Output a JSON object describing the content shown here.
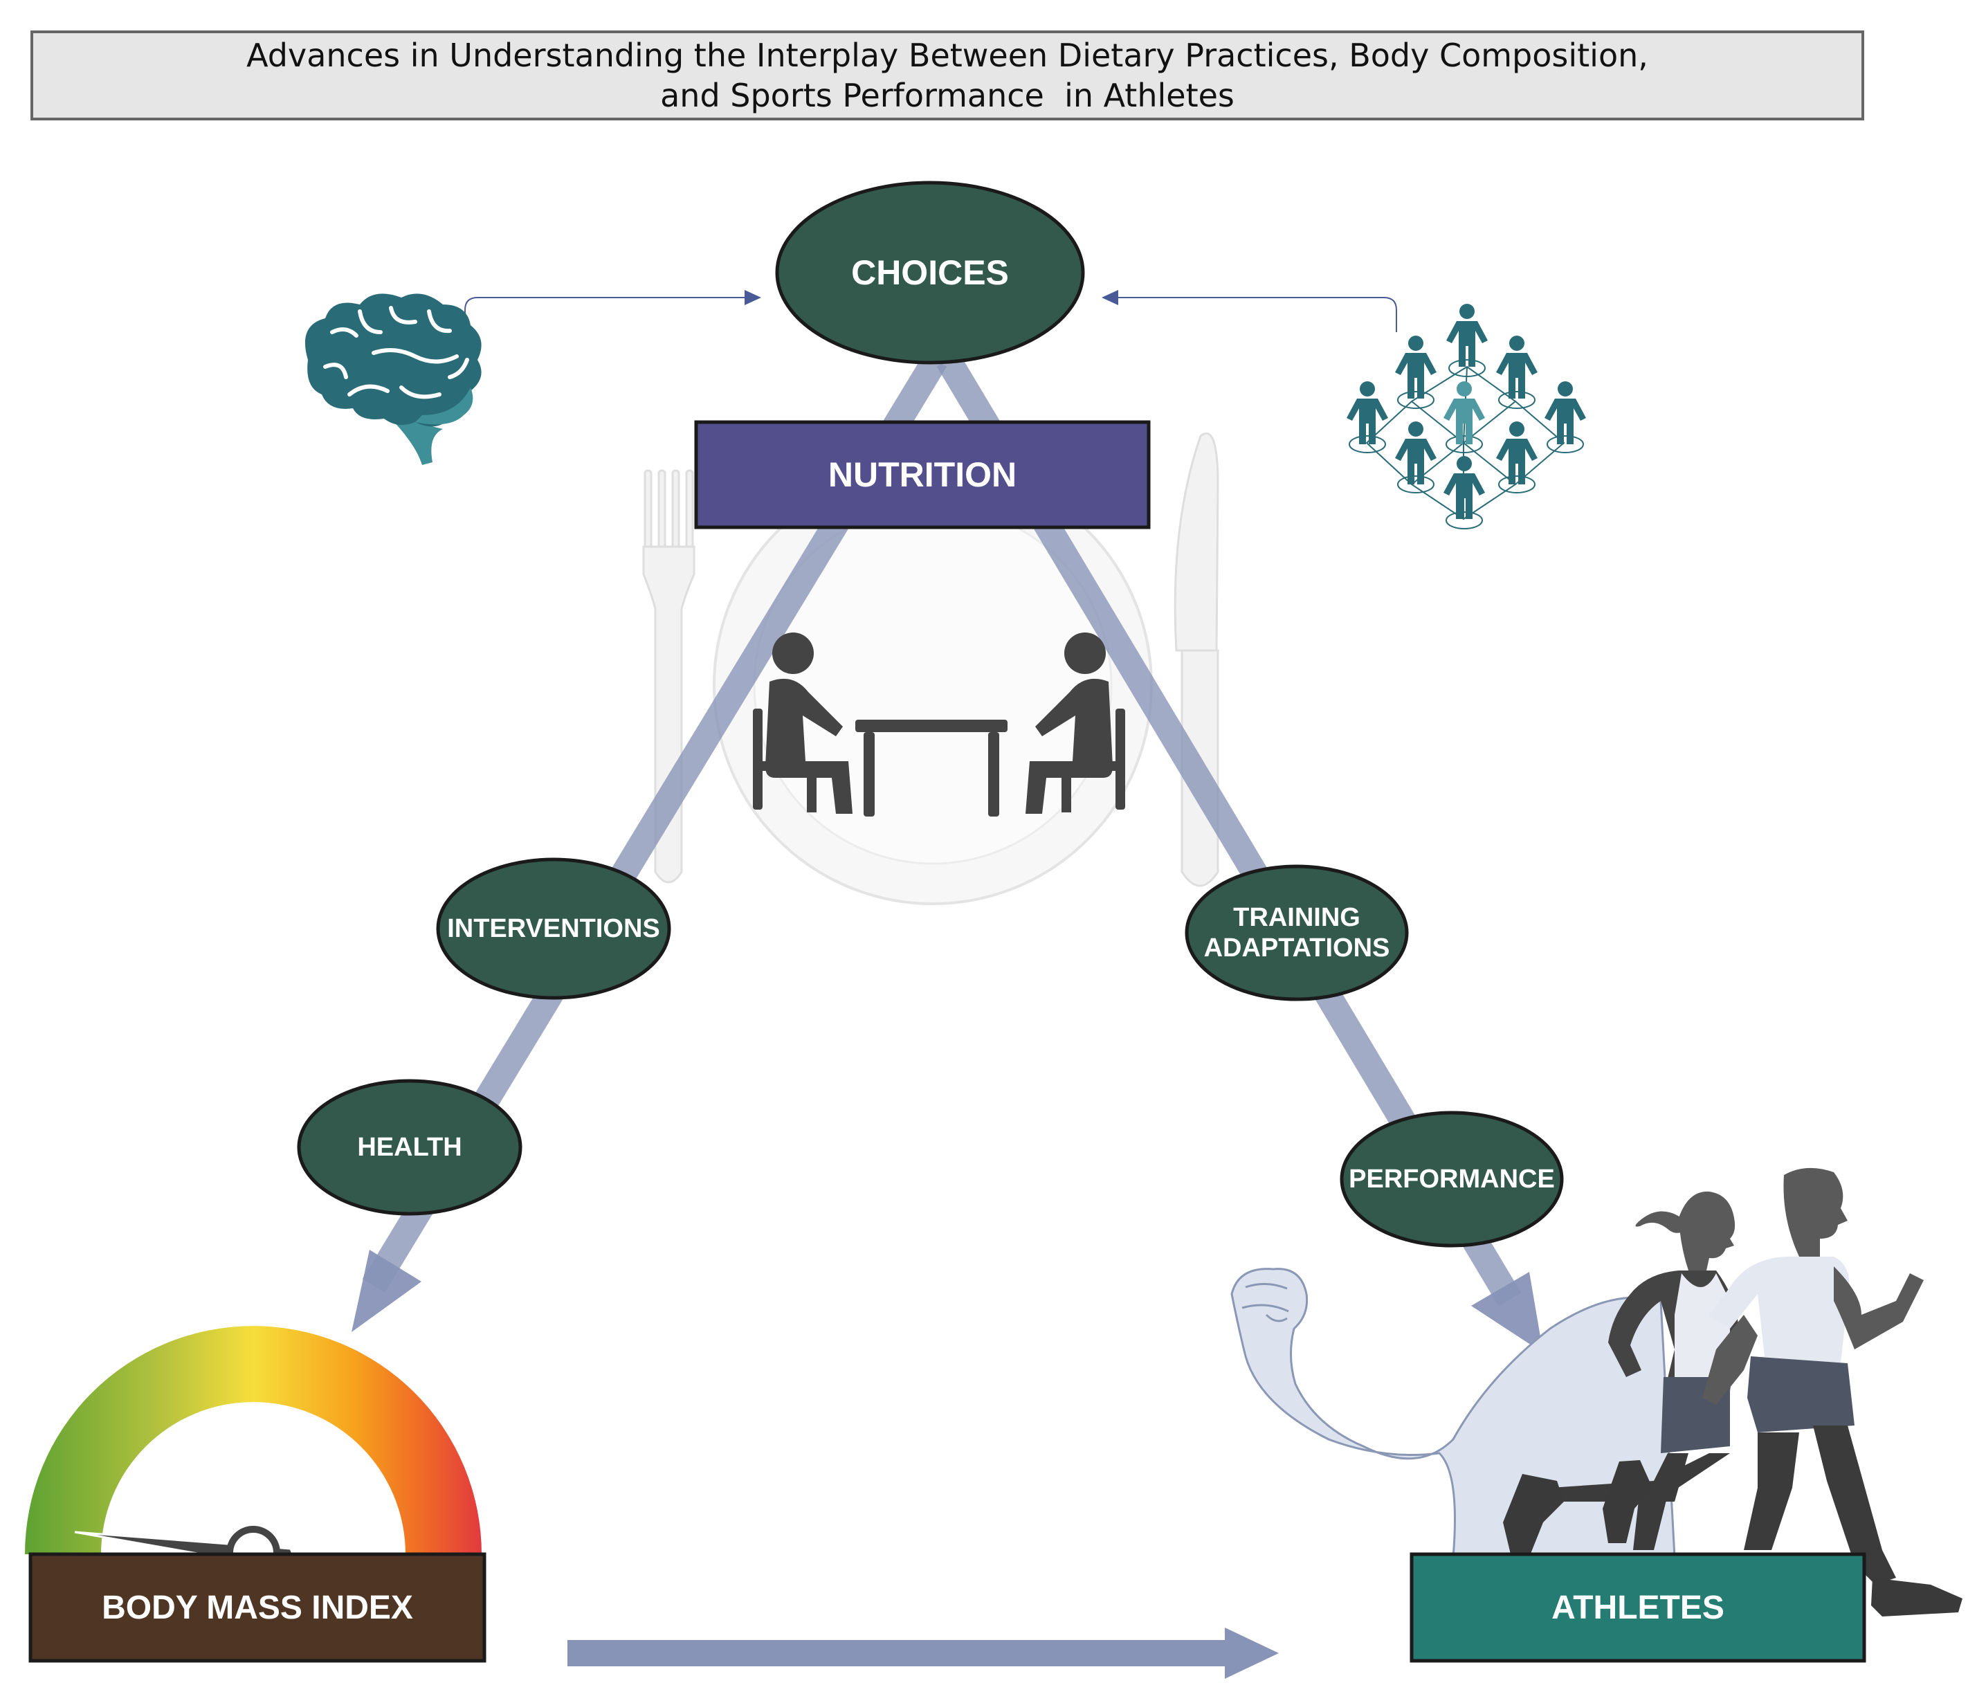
{
  "title": {
    "line1": "Advances in Understanding the Interplay Between Dietary Practices, Body Composition,",
    "line2": "and Sports Performance  in Athletes"
  },
  "nodes": {
    "choices": "CHOICES",
    "nutrition": "NUTRITION",
    "interventions": "INTERVENTIONS",
    "health": "HEALTH",
    "training_line1": "TRAINING",
    "training_line2": "ADAPTATIONS",
    "performance": "PERFORMANCE",
    "bmi": "BODY MASS INDEX",
    "athletes": "ATHLETES"
  },
  "colors": {
    "ellipse_fill": "#33594c",
    "nutrition_fill": "#534f8c",
    "bmi_fill": "#4f3624",
    "athletes_fill": "#257c72",
    "arrow": "#8894b7",
    "brain": "#2a6b78",
    "people": "#2a6b78"
  },
  "icons": [
    "brain-icon",
    "social-network-icon",
    "fork-icon",
    "knife-icon",
    "plate-icon",
    "consultation-icon",
    "bmi-gauge-icon",
    "flexed-arm-icon",
    "runners-icon"
  ]
}
